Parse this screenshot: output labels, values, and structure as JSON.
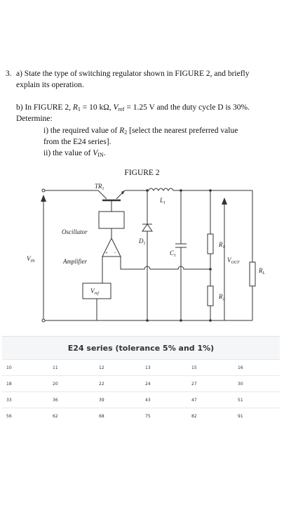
{
  "question": {
    "number": "3.",
    "part_a_line1": "a)  State the type of switching regulator shown in FIGURE 2, and briefly",
    "part_a_line2": "explain its operation.",
    "part_b_line1_a": "b)   In FIGURE 2, ",
    "part_b_R1": "R",
    "part_b_R1_sub": "1",
    "part_b_line1_b": " = 10 kΩ, ",
    "part_b_Vref": "V",
    "part_b_Vref_sub": "ref",
    "part_b_line1_c": " = 1.25 V and the duty cycle D is 30%.",
    "determine": "Determine:",
    "item_i_a": "i) the required value of ",
    "item_i_R2": "R",
    "item_i_R2_sub": "2",
    "item_i_b": " [select the nearest preferred value",
    "item_i_line2": "from the E24 series].",
    "item_ii_a": "ii) the value of ",
    "item_ii_V": "V",
    "item_ii_sub": "IN",
    "item_ii_b": "."
  },
  "figure": {
    "title": "FIGURE 2",
    "labels": {
      "tr1": "TR",
      "tr1_sub": "1",
      "l1": "L",
      "l1_sub": "1",
      "oscillator": "Oscillator",
      "d1": "D",
      "d1_sub": "1",
      "c1": "C",
      "c1_sub": "1",
      "r1": "R",
      "r1_sub": "1",
      "r2": "R",
      "r2_sub": "2",
      "rl": "R",
      "rl_sub": "L",
      "vin": "V",
      "vin_sub": "IN",
      "vout": "V",
      "vout_sub": "OUT",
      "amplifier": "Amplifier",
      "vref": "V",
      "vref_sub": "ref",
      "plus": "+",
      "minus": "−"
    }
  },
  "table": {
    "title": "E24 series (tolerance 5% and 1%)",
    "rows": [
      [
        "10",
        "11",
        "12",
        "13",
        "15",
        "16"
      ],
      [
        "18",
        "20",
        "22",
        "24",
        "27",
        "30"
      ],
      [
        "33",
        "36",
        "39",
        "43",
        "47",
        "51"
      ],
      [
        "56",
        "62",
        "68",
        "75",
        "82",
        "91"
      ]
    ]
  }
}
